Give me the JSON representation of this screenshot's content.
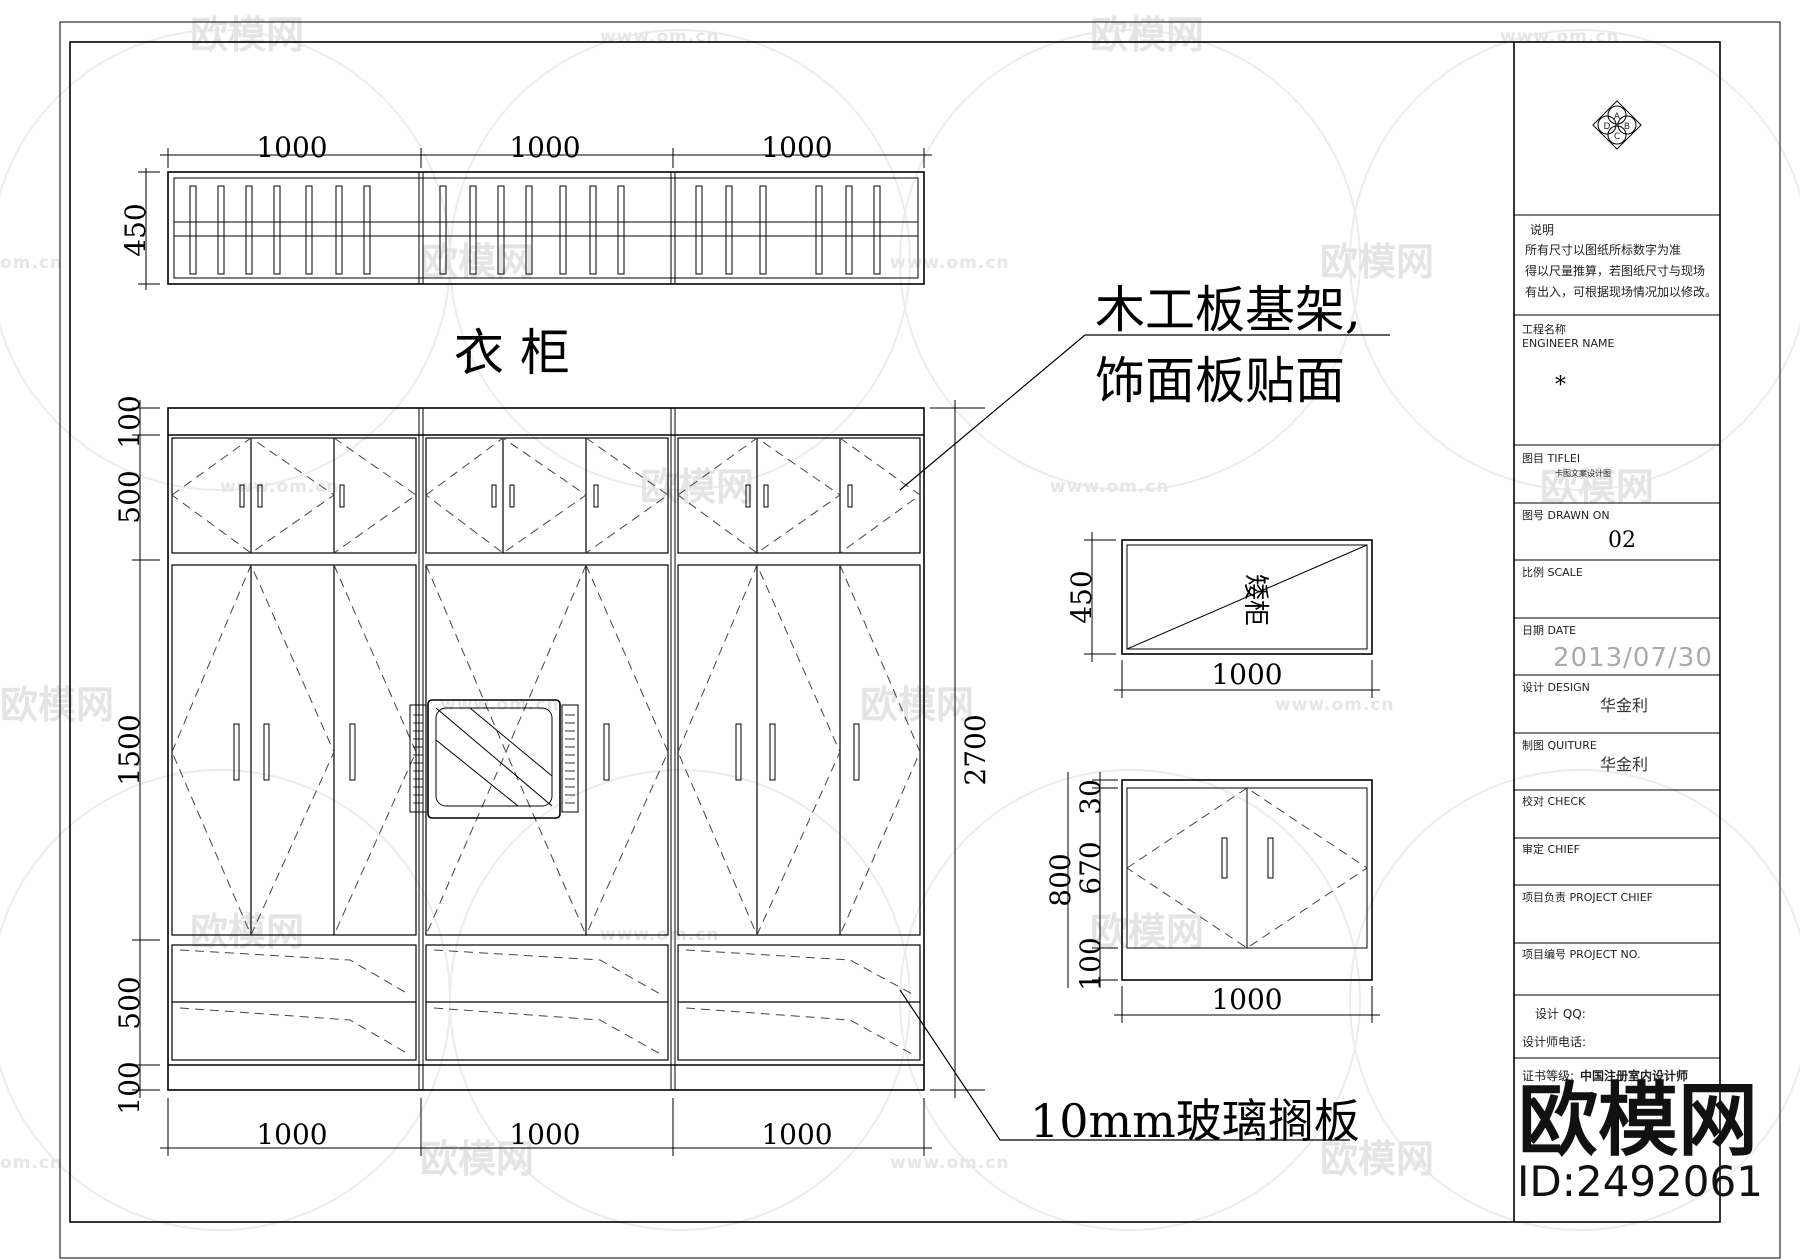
{
  "watermark": {
    "brand": "欧模网",
    "url": "www.om.cn",
    "url_short": "om.cn"
  },
  "titles": {
    "wardrobe": "衣 柜",
    "material_line1": "木工板基架,",
    "material_line2": "饰面板贴面",
    "glass_shelf": "10mm玻璃搁板",
    "low_cabinet": "矮柜"
  },
  "dimensions": {
    "top_widths": [
      "1000",
      "1000",
      "1000"
    ],
    "top_height": "450",
    "left_heights": [
      "100",
      "500",
      "1500",
      "500",
      "100"
    ],
    "total_height": "2700",
    "bottom_widths": [
      "1000",
      "1000",
      "1000"
    ],
    "low_cabinet_height": "450",
    "low_cabinet_width": "1000",
    "base_cabinet_overall": "800",
    "base_cabinet_parts": [
      "30",
      "670",
      "100"
    ],
    "base_cabinet_width": "1000"
  },
  "title_block": {
    "logo_letters": [
      "A",
      "B",
      "C",
      "D"
    ],
    "notes_title": "说明",
    "notes": [
      "所有尺寸以图纸所标数字为准",
      "得以尺量推算，若图纸尺寸与现场",
      "有出入，可根据现场情况加以修改。"
    ],
    "project_name_label": "工程名称",
    "project_name_label_en": "ENGINEER NAME",
    "project_name_value": "*",
    "drawing_title_label": "图目 TIFLEI",
    "drawing_title_value": "卡图文案设计图",
    "drawing_no_label": "图号 DRAWN ON",
    "drawing_no_value": "02",
    "scale_label": "比例 SCALE",
    "date_label": "日期 DATE",
    "date_value": "2013/07/30",
    "design_label": "设计 DESIGN",
    "design_value": "华金利",
    "drawn_label": "制图 QUITURE",
    "drawn_value": "华金利",
    "check_label": "校对 CHECK",
    "approve_label": "审定 CHIEF",
    "chief_label": "项目负责 PROJECT CHIEF",
    "project_no_label": "项目编号 PROJECT NO.",
    "qq_label": "设计 QQ:",
    "phone_label": "设计师电话:",
    "cert_label": "证书等级:",
    "cert_value": "中国注册室内设计师"
  },
  "brand_mark": {
    "name": "欧模网",
    "id": "ID:2492061"
  }
}
